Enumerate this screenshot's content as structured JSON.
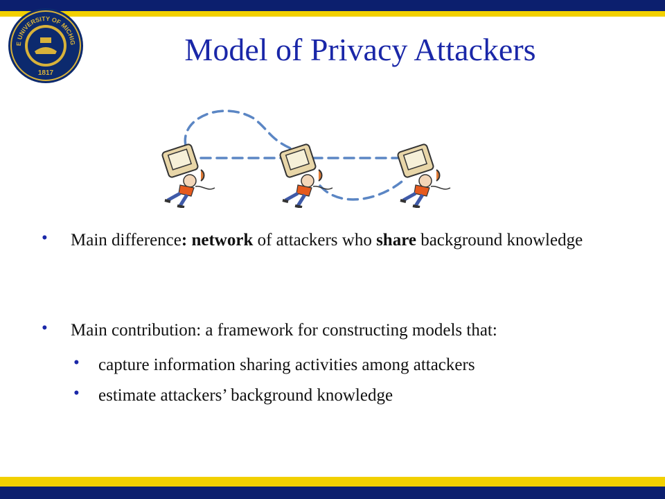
{
  "slide": {
    "title": "Model of Privacy Attackers",
    "bullet_symbol": "•",
    "bullets": [
      {
        "parts": [
          "Main difference",
          ": ",
          "network",
          " of attackers who ",
          "share",
          " background knowledge"
        ]
      },
      {
        "text": "Main contribution:  a framework for constructing models that:",
        "sub": [
          "capture information sharing activities among attackers",
          "estimate attackers’ background knowledge"
        ]
      }
    ]
  },
  "seal": {
    "top_text": "THE UNIVERSITY OF MICHIGAN",
    "year": "1817",
    "colors": {
      "navy": "#0c2a6e",
      "gold": "#d8b23a"
    }
  },
  "theme": {
    "navy": "#0c1f6e",
    "gold": "#f2d000",
    "title_color": "#1a27a8",
    "dash_color": "#5b86c4"
  }
}
